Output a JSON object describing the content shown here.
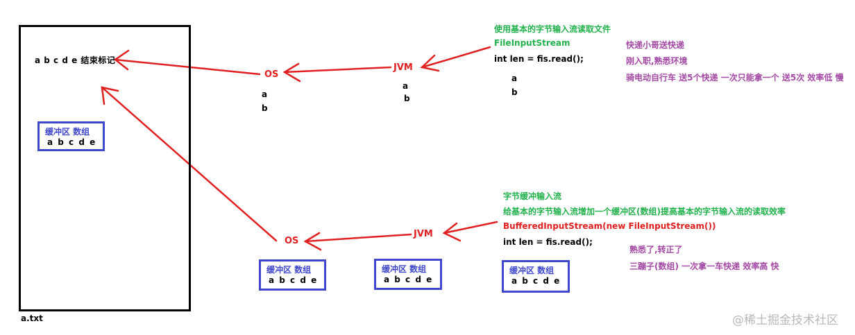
{
  "file": {
    "content": "a b c d e 结束标记",
    "filename": "a.txt"
  },
  "top_flow": {
    "os_label": "OS",
    "jvm_label": "JVM",
    "os_bytes": [
      "a",
      "b"
    ],
    "jvm_bytes": [
      "a",
      "b"
    ],
    "code_bytes": [
      "a",
      "b"
    ],
    "code": {
      "heading": "使用基本的字节输入流读取文件",
      "class_name": "FileInputStream",
      "read_line": "int len = fis.read();"
    },
    "analogy": [
      "快递小哥送快递",
      "刚入职,熟悉环境",
      "骑电动自行车  送5个快递  一次只能拿一个  送5次   效率低   慢"
    ]
  },
  "bottom_flow": {
    "os_label": "OS",
    "jvm_label": "JVM",
    "code": {
      "heading": "字节缓冲输入流",
      "description": "给基本的字节输入流增加一个缓冲区(数组)提高基本的字节输入流的读取效率",
      "class_name": "BufferedInputStream(new FileInputStream())",
      "read_line": "int len = fis.read();"
    },
    "analogy": [
      "熟悉了,转正了",
      "三蹦子(数组)  一次拿一车快递  效率高  快"
    ]
  },
  "buffers": {
    "file_buffer": {
      "title": "缓冲区  数组",
      "content": "a b c d e"
    },
    "os_buffer": {
      "title": "缓冲区  数组",
      "content": "a b c d e"
    },
    "jvm_buffer": {
      "title": "缓冲区  数组",
      "content": "a b c d e"
    },
    "code_buffer": {
      "title": "缓冲区  数组",
      "content": "a b c d e"
    }
  },
  "watermark": "@稀土掘金技术社区",
  "colors": {
    "arrow": "#e02020",
    "buffer_border": "#3f48cc",
    "heading": "#22b14c",
    "analogy": "#a349a4"
  }
}
